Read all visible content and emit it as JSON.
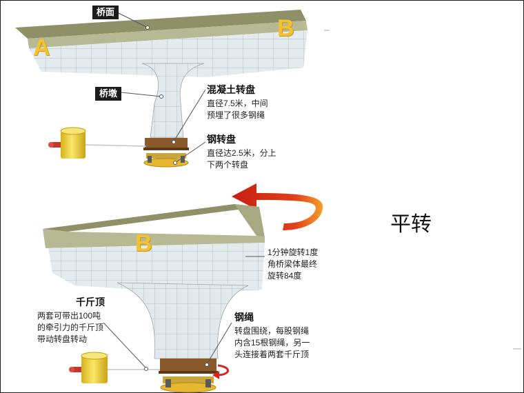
{
  "title": "平转",
  "top": {
    "deck_label": "桥面",
    "pier_label": "桥墩",
    "letter_a": "A",
    "letter_b": "B",
    "concrete_title": "混凝土转盘",
    "concrete_text": "直径7.5米，中间\n预埋了很多钢绳",
    "steel_title": "钢转盘",
    "steel_text": "直径达2.5米，分上\n下两个转盘"
  },
  "bottom": {
    "letter_b": "B",
    "rotation_text": "1分钟旋转1度\n角桥梁体最终\n旋转84度",
    "jack_title": "千斤顶",
    "jack_text": "两套可带出100吨\n的牵引力的千斤顶\n带动转盘转动",
    "rope_title": "钢绳",
    "rope_text": "转盘围绕，每股钢绳\n内含15根钢绳，另一\n头连接着两套千斤顶"
  },
  "colors": {
    "deck_top": "#8e9168",
    "deck_side": "#b9bb9a",
    "tile": "#e4ebee",
    "tile_line": "#9aa7ad",
    "turntable": "#8a5a2b",
    "steel_plate": "#e7b72f",
    "jack": "#f0d130",
    "arrow": "#d6261c"
  }
}
